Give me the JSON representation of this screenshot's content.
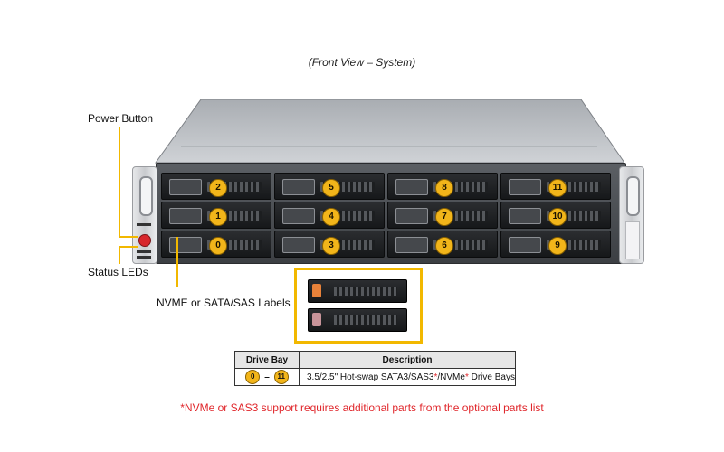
{
  "title": "(Front View – System)",
  "callouts": {
    "power_button": "Power Button",
    "status_leds": "Status LEDs",
    "nvme_labels": "NVME or SATA/SAS Labels"
  },
  "drive_bays": [
    {
      "number": "2",
      "row": 0,
      "column": 0
    },
    {
      "number": "5",
      "row": 0,
      "column": 1
    },
    {
      "number": "8",
      "row": 0,
      "column": 2
    },
    {
      "number": "11",
      "row": 0,
      "column": 3
    },
    {
      "number": "1",
      "row": 1,
      "column": 0
    },
    {
      "number": "4",
      "row": 1,
      "column": 1
    },
    {
      "number": "7",
      "row": 1,
      "column": 2
    },
    {
      "number": "10",
      "row": 1,
      "column": 3
    },
    {
      "number": "0",
      "row": 2,
      "column": 0
    },
    {
      "number": "3",
      "row": 2,
      "column": 1
    },
    {
      "number": "6",
      "row": 2,
      "column": 2
    },
    {
      "number": "9",
      "row": 2,
      "column": 3
    }
  ],
  "label_colors": {
    "nvme": "#e8823a",
    "sata_sas": "#c8949a"
  },
  "accent_color": "#f2b800",
  "table": {
    "header_bay": "Drive Bay",
    "header_description": "Description",
    "range_start": "0",
    "range_dash": "–",
    "range_end": "11",
    "description_part1": "3.5/2.5\" Hot-swap SATA3/SAS3",
    "description_mark1": "*",
    "description_part2": "/NVMe",
    "description_mark2": "*",
    "description_part3": " Drive Bays"
  },
  "footnote": "*NVMe or SAS3 support requires additional parts from the optional parts list"
}
